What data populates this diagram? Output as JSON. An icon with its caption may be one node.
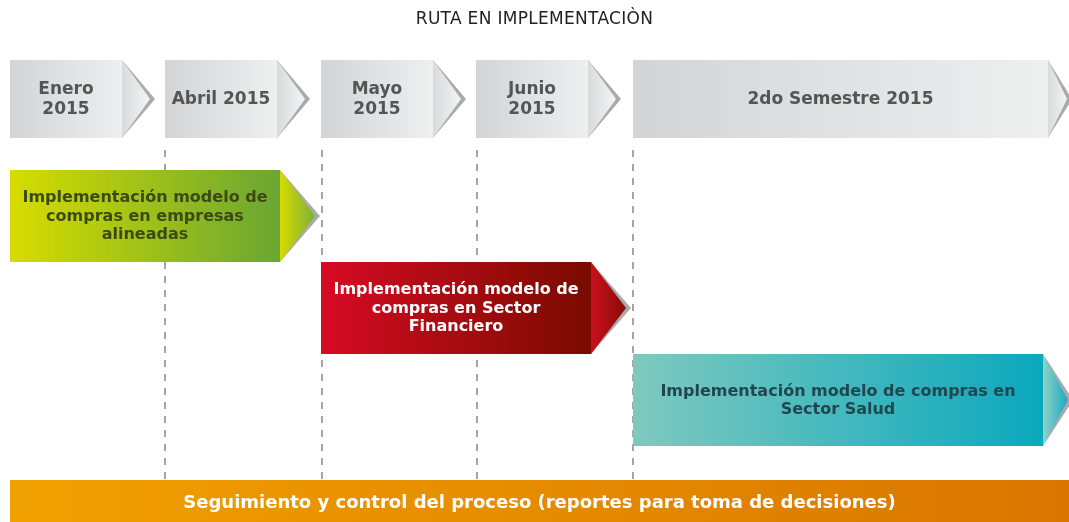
{
  "diagram": {
    "title": "RUTA EN IMPLEMENTACIÒN",
    "nodes": [
      {
        "text": [
          "Enero 2015"
        ]
      },
      {
        "text": [
          "Abril 2015"
        ]
      },
      {
        "text": [
          "Mayo 2015"
        ]
      },
      {
        "text": [
          "Junio 2015"
        ]
      },
      {
        "text": [
          "2do Semestre 2015"
        ]
      },
      {
        "text": [
          "Implementación modelo de compras en empresas alineadas"
        ]
      },
      {
        "text": [
          "Implementación modelo de compras en Sector Financiero"
        ]
      },
      {
        "text": [
          "Implementación modelo de compras en Sector Salud"
        ]
      },
      {
        "text": [
          "Seguimiento y control del proceso (reportes para toma de decisiones)"
        ]
      }
    ]
  }
}
